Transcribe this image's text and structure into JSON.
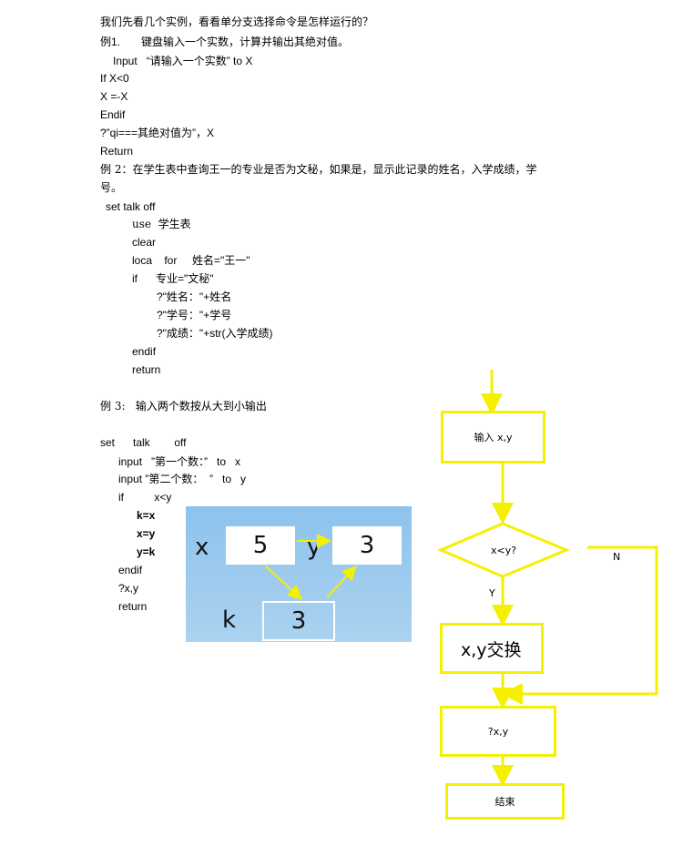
{
  "intro": "我们先看几个实例，看看单分支选择命令是怎样运行的？",
  "ex1": {
    "title_num": "例1.",
    "title_text": "键盘输入一个实数，计算并输出其绝对值。",
    "code": [
      "Input   “请输入一个实数” to X",
      "If X<0",
      "X =-X",
      "Endif",
      "?”qi===其绝对值为”，X",
      "Return"
    ]
  },
  "ex2": {
    "title_line1": "例 2：在学生表中查询王一的专业是否为文秘，如果是，显示此记录的姓名，入学成绩，学",
    "title_line2": "号。",
    "code": [
      "set talk off",
      "use  学生表",
      "clear",
      "loca    for     姓名=\"王一\"",
      "if      专业=\"文秘\"",
      "?\"姓名：\"+姓名",
      "?\"学号：\"+学号",
      "?\"成绩：\"+str(入学成绩)",
      "endif",
      "return"
    ]
  },
  "ex3": {
    "title": "例 3:   输入两个数按从大到小输出",
    "code": [
      "set      talk        off",
      "input   ”第一个数：”   to   x",
      "input ”第二个数：  ”   to   y",
      "if          x<y",
      "k=x",
      "x=y",
      "y=k",
      "endif",
      "?x,y",
      "return"
    ]
  },
  "swap_figure": {
    "x_label": "x",
    "x_value": "5",
    "y_label": "y",
    "y_value": "3",
    "k_label": "k",
    "k_value": "3",
    "arrow_color": "#f5f000"
  },
  "flowchart": {
    "input_box": "输入 x,y",
    "decision": "x<y?",
    "no_label": "N",
    "yes_label": "Y",
    "swap_box": "x,y交换",
    "output_box": "?x,y",
    "end_box": "结束",
    "line_color": "#f5f000"
  }
}
